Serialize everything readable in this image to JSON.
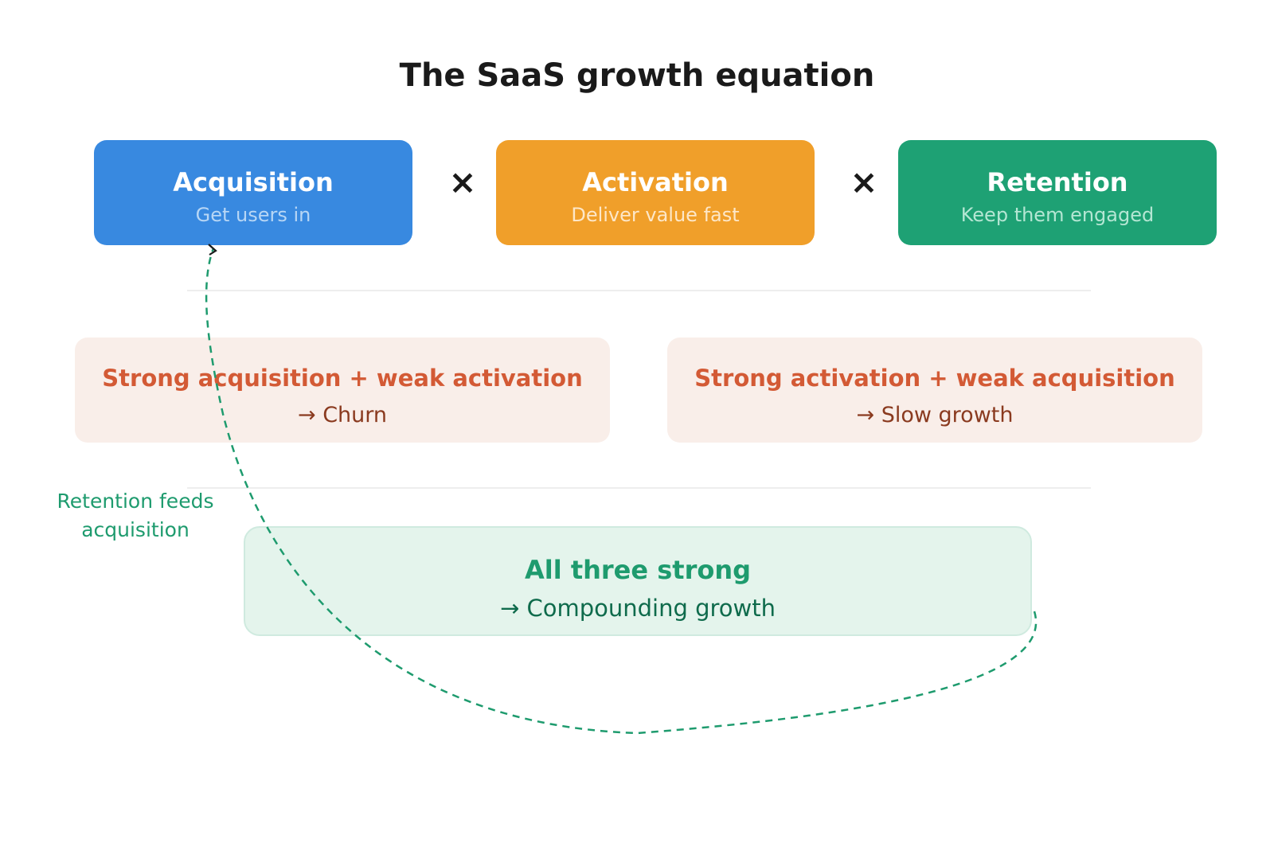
{
  "title": "The SaaS growth equation",
  "operator": "×",
  "factors": [
    {
      "name": "Acquisition",
      "desc": "Get users in",
      "color": "#3889e0",
      "desc_color": "#b7d6f5"
    },
    {
      "name": "Activation",
      "desc": "Deliver value fast",
      "color": "#f09f2a",
      "desc_color": "#fde7c8"
    },
    {
      "name": "Retention",
      "desc": "Keep them engaged",
      "color": "#1ea174",
      "desc_color": "#b4e6d3"
    }
  ],
  "outcomes": [
    {
      "name": "Strong acquisition + weak activation",
      "result": "→ Churn"
    },
    {
      "name": "Strong activation + weak acquisition",
      "result": "→ Slow growth"
    }
  ],
  "best": {
    "name": "All three strong",
    "result": "→ Compounding growth"
  },
  "loop": {
    "label_line1": "Retention feeds",
    "label_line2": "acquisition",
    "color": "#1e9b6e"
  }
}
